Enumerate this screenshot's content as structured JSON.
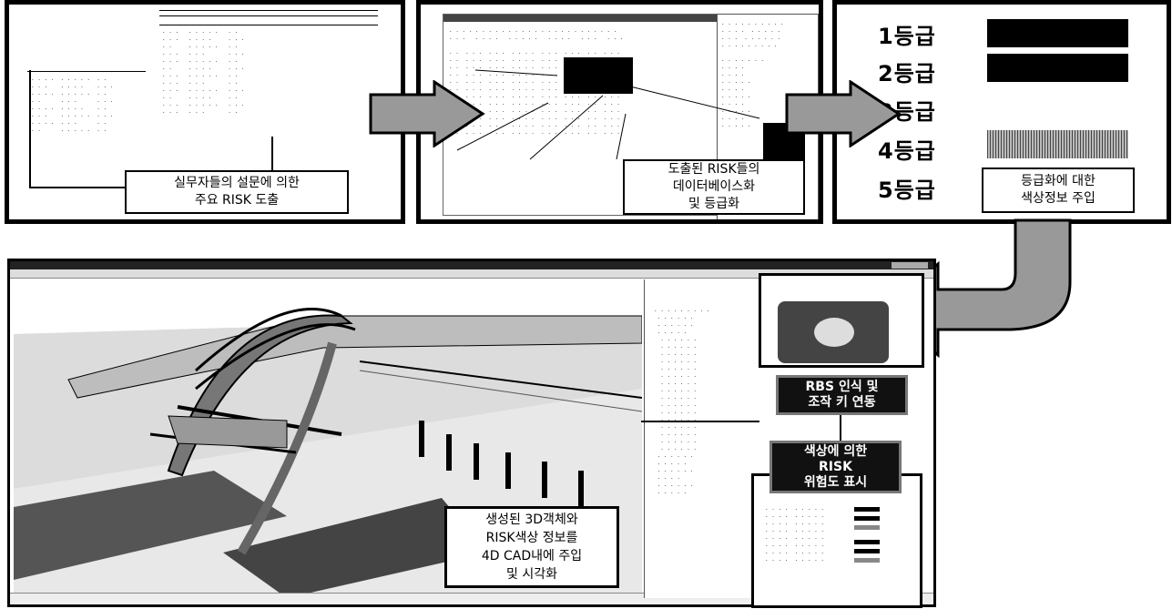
{
  "step1": {
    "caption": "실무자들의 설문에 의한\n주요 RISK 도출"
  },
  "step2": {
    "caption": "도출된 RISK들의\n데이터베이스화\n및 등급화"
  },
  "step3": {
    "grades": [
      {
        "label": "1등급",
        "color": "#000000"
      },
      {
        "label": "2등급",
        "color": "#000000"
      },
      {
        "label": "3등급",
        "color": "#ffffff"
      },
      {
        "label": "4등급",
        "color": "#9a9a9a"
      },
      {
        "label": "5등급",
        "color": "#ffffff"
      }
    ],
    "caption": "등급화에 대한\n색상정보 주입"
  },
  "bottom": {
    "left_caption": "생성된 3D객체와\nRISK색상 정보를\n4D CAD내에 주입\n및 시각화",
    "rbs_caption": "RBS 인식 및\n조작 키 연동",
    "risk_caption": "색상에 의한\nRISK\n위험도 표시"
  }
}
